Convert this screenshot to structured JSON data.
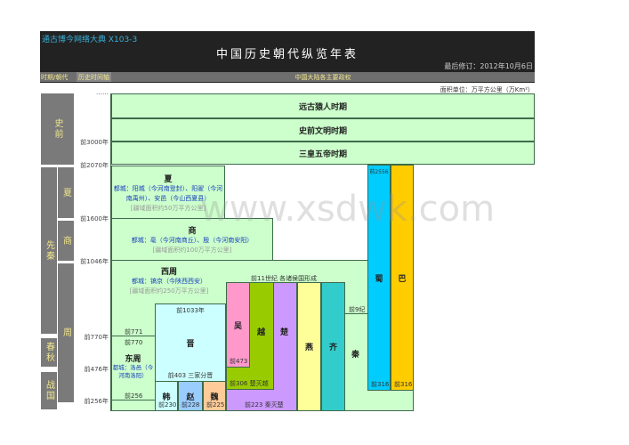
{
  "header": {
    "link": "通古博今网络大典 X103-3",
    "title": "中国历史朝代纵览年表",
    "revised": "最后修订：2012年10月6日",
    "col1": "时期/朝代",
    "col2": "历史时间轴",
    "col3": "中国大陆各主要政权",
    "unit": "面积单位：万平方公里（万Km²）"
  },
  "periods": {
    "prehistory": "史前",
    "preqin": "先秦",
    "xia": "夏",
    "shang": "商",
    "zhou": "周",
    "chunqiu": "春秋",
    "zhanguo": "战国"
  },
  "timeline": {
    "dots": "……",
    "t1": "前3000年",
    "t2": "前2070年",
    "t3": "前1600年",
    "t4": "前1046年",
    "t5": "前770年",
    "t6": "前476年",
    "t7": "前256年"
  },
  "prehist": [
    "远古猿人时期",
    "史前文明时期",
    "三皇五帝时期"
  ],
  "xia": {
    "name": "夏",
    "capital": "都城：阳城（今河南登封）、阳翟（今河南禹州）、安邑（今山西夏县）",
    "area": "[疆域面积约50万平方公里]"
  },
  "shang": {
    "name": "商",
    "capital": "都城：亳（今河南商丘）、殷（今河南安阳）",
    "area": "[疆域面积约100万平方公里]"
  },
  "xizhou": {
    "name": "西周",
    "capital": "都城：镐京（今陕西西安）",
    "area": "[疆域面积约250万平方公里]"
  },
  "dongzhou": {
    "name": "东周",
    "capital": "都城：洛邑（今河南洛阳）",
    "y1": "前771",
    "y2": "前770",
    "y3": "前256"
  },
  "states": {
    "note": "前11世纪  各诸侯国形成",
    "jin": "晋",
    "jin_start": "前1033年",
    "jin_end": "前403  三家分晋",
    "han": "韩",
    "han_end": "前230",
    "zhao": "赵",
    "zhao_end": "前228",
    "wei": "魏",
    "wei_end": "前225",
    "wu": "吴",
    "wu_end": "前473",
    "yue": "越",
    "yue_end": "前306  楚灭越",
    "chu": "楚",
    "chu_end": "前223  秦灭楚",
    "yan": "燕",
    "qi": "齐",
    "qin": "秦",
    "qin_start": "前9纪",
    "shu": "蜀",
    "shu_start": "前2556",
    "shu_end": "前316",
    "ba": "巴",
    "ba_end": "前316"
  },
  "watermark": "www.xsdwk.com"
}
